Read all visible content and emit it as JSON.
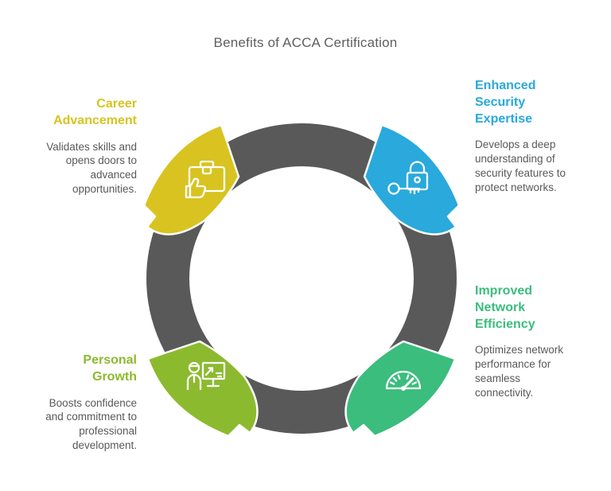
{
  "title": "Benefits of ACCA Certification",
  "diagram": {
    "ring_color": "#595959",
    "outline_color": "#ffffff"
  },
  "benefits": [
    {
      "position": "top-left",
      "heading": "Career\nAdvancement",
      "description": "Validates skills and\nopens doors to\nadvanced\nopportunities.",
      "color": "#d8c320",
      "icon": "briefcase-thumbs-up-icon"
    },
    {
      "position": "top-right",
      "heading": "Enhanced\nSecurity\nExpertise",
      "description": "Develops a deep\nunderstanding of\nsecurity features to\nprotect networks.",
      "color": "#29a9dc",
      "icon": "padlock-key-icon"
    },
    {
      "position": "bottom-right",
      "heading": "Improved\nNetwork\nEfficiency",
      "description": "Optimizes network\nperformance for\nseamless\nconnectivity.",
      "color": "#3bbd7d",
      "icon": "speedometer-icon"
    },
    {
      "position": "bottom-left",
      "heading": "Personal\nGrowth",
      "description": "Boosts confidence\nand commitment to\nprofessional\ndevelopment.",
      "color": "#8cba2f",
      "icon": "presenter-chart-icon"
    }
  ]
}
